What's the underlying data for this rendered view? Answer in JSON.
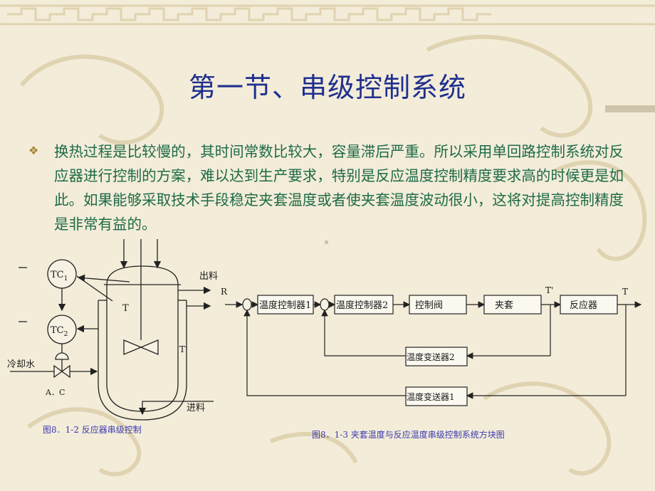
{
  "slide": {
    "title": "第一节、串级控制系统",
    "bullet_text": "换热过程是比较慢的，其时间常数比较大，容量滞后严重。所以采用单回路控制系统对反应器进行控制的方案，难以达到生产要求，特别是反应温度控制精度要求高的时候更是如此。如果能够采取技术手段稳定夹套温度或者使夹套温度波动很小，这将对提高控制精度是非常有益的。"
  },
  "reactor_diagram": {
    "tc1": "TC",
    "tc1_sub": "1",
    "tc2": "TC",
    "tc2_sub": "2",
    "label_t": "T",
    "label_t_prime": "T'",
    "outlet": "出料",
    "inlet": "进料",
    "coolant": "冷却水",
    "valve_type": "A．C",
    "caption": "图8．1-2  反应器串级控制"
  },
  "block_diagram": {
    "input": "R",
    "block1": "温度控制器1",
    "block2": "温度控制器2",
    "block3": "控制阀",
    "block4": "夹套",
    "block5": "反应器",
    "feedback_inner": "温度变送器2",
    "feedback_outer": "温度变送器1",
    "mid_signal": "T'",
    "output": "T",
    "caption": "图8．1-3  夹套温度与反应温度串级控制系统方块图"
  },
  "colors": {
    "title": "#1f2f8f",
    "body_text": "#1e6b48",
    "bullet": "#a8852e",
    "background": "#f3ecd9"
  }
}
